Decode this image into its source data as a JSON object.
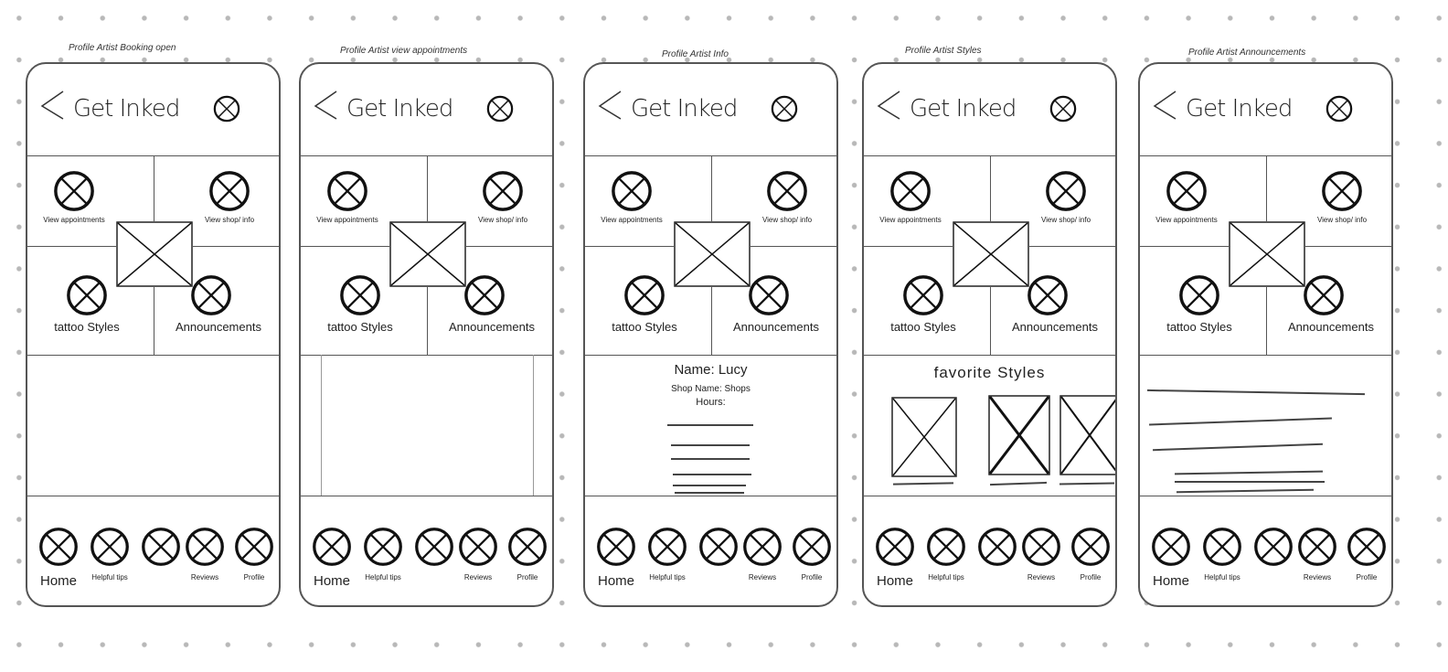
{
  "screens": [
    {
      "title": "Profile Artist Booking open",
      "content": "empty"
    },
    {
      "title": "Profile Artist view appointments",
      "content": "appointments"
    },
    {
      "title": "Profile Artist Info",
      "content": "info",
      "info": {
        "name": "Name: Lucy",
        "shop": "Shop Name: Shops",
        "hours": "Hours:"
      }
    },
    {
      "title": "Profile Artist Styles",
      "content": "styles",
      "styles_heading": "favorite Styles"
    },
    {
      "title": "Profile Artist Announcements",
      "content": "announcements"
    }
  ],
  "header": {
    "back_icon": "back-chevron-icon",
    "brand": "Get Inked",
    "close_icon": "close-circle-icon"
  },
  "grid": [
    "View appointments",
    "View shop/ info",
    "tattoo Styles",
    "Announcements"
  ],
  "nav": [
    "Home",
    "Helpful tips",
    "",
    "Reviews",
    "Profile"
  ]
}
